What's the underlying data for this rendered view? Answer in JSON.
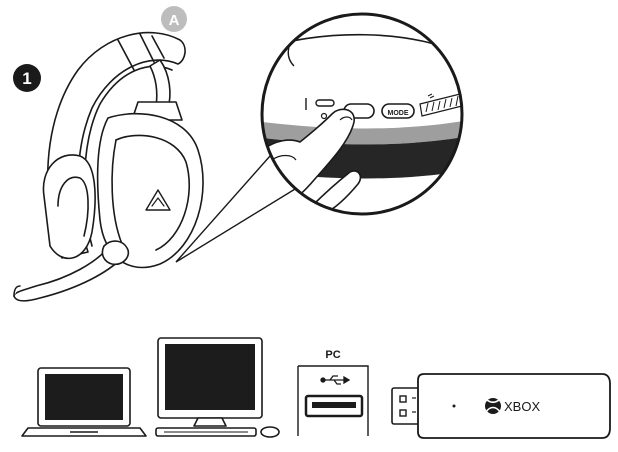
{
  "step": {
    "number": "1"
  },
  "callout": {
    "letter": "A"
  },
  "zoom": {
    "mode_button_label": "MODE"
  },
  "devices": {
    "pc_label": "PC",
    "xbox_label": "XBOX"
  },
  "colors": {
    "line": "#1a1a1a",
    "callout_gray": "#bdbdbd",
    "band_gray": "#9e9e9e",
    "band_dark": "#262626",
    "screen_dark": "#1c1c1c"
  }
}
